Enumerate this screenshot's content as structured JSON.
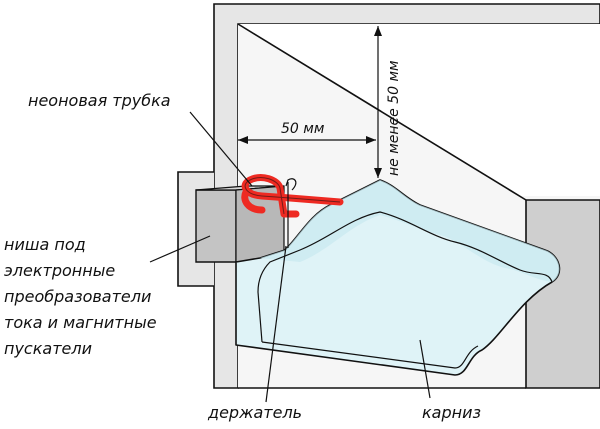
{
  "labels": {
    "neon_tube": "неоновая трубка",
    "niche_lines": [
      "ниша под",
      "электронные",
      "преобразователи",
      "тока и магнитные",
      "пускатели"
    ],
    "holder": "держатель",
    "cornice": "карниз",
    "dim_horizontal": "50 мм",
    "dim_vertical": "не менее 50 мм"
  },
  "colors": {
    "ceiling": "#e6e6e6",
    "wall_side": "#cfcfcf",
    "niche_box": "#c4c4c4",
    "cornice_fill": "#dff3f7",
    "cornice_shade": "#c8e8ef",
    "neon_tube": "#ee2a22"
  }
}
